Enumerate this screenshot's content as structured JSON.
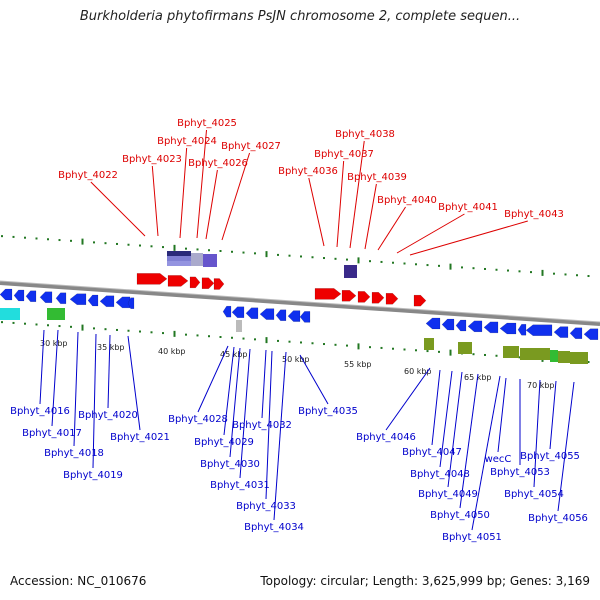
{
  "title": "Burkholderia phytofirmans PsJN chromosome 2, complete sequen...",
  "footer": {
    "accession": "Accession: NC_010676",
    "summary": "Topology: circular; Length: 3,625,999 bp; Genes: 3,169"
  },
  "colors": {
    "top_labels": "#dd0000",
    "bottom_labels": "#0000cc",
    "forward_genes": "#ee0000",
    "reverse_genes": "#1030ee",
    "tick_marks": "#227722",
    "backbone": "#888888",
    "olive_features": "#7a9a20",
    "cyan_feature": "#22dddd",
    "green_feature": "#33bb33",
    "purple_feature": "#3a2a8a"
  },
  "scale_labels": [
    "30 kbp",
    "35 kbp",
    "40 kbp",
    "45 kbp",
    "50 kbp",
    "55 kbp",
    "60 kbp",
    "65 kbp",
    "70 kbp"
  ],
  "top_genes": [
    "Bphyt_4022",
    "Bphyt_4023",
    "Bphyt_4024",
    "Bphyt_4025",
    "Bphyt_4026",
    "Bphyt_4027",
    "Bphyt_4036",
    "Bphyt_4037",
    "Bphyt_4038",
    "Bphyt_4039",
    "Bphyt_4040",
    "Bphyt_4041",
    "Bphyt_4043"
  ],
  "bottom_genes": [
    "Bphyt_4016",
    "Bphyt_4017",
    "Bphyt_4018",
    "Bphyt_4019",
    "Bphyt_4020",
    "Bphyt_4021",
    "Bphyt_4028",
    "Bphyt_4029",
    "Bphyt_4030",
    "Bphyt_4031",
    "Bphyt_4032",
    "Bphyt_4033",
    "Bphyt_4034",
    "Bphyt_4035",
    "Bphyt_4046",
    "Bphyt_4047",
    "Bphyt_4048",
    "Bphyt_4049",
    "Bphyt_4050",
    "Bphyt_4051",
    "wecC",
    "Bphyt_4053",
    "Bphyt_4054",
    "Bphyt_4055",
    "Bphyt_4056"
  ]
}
